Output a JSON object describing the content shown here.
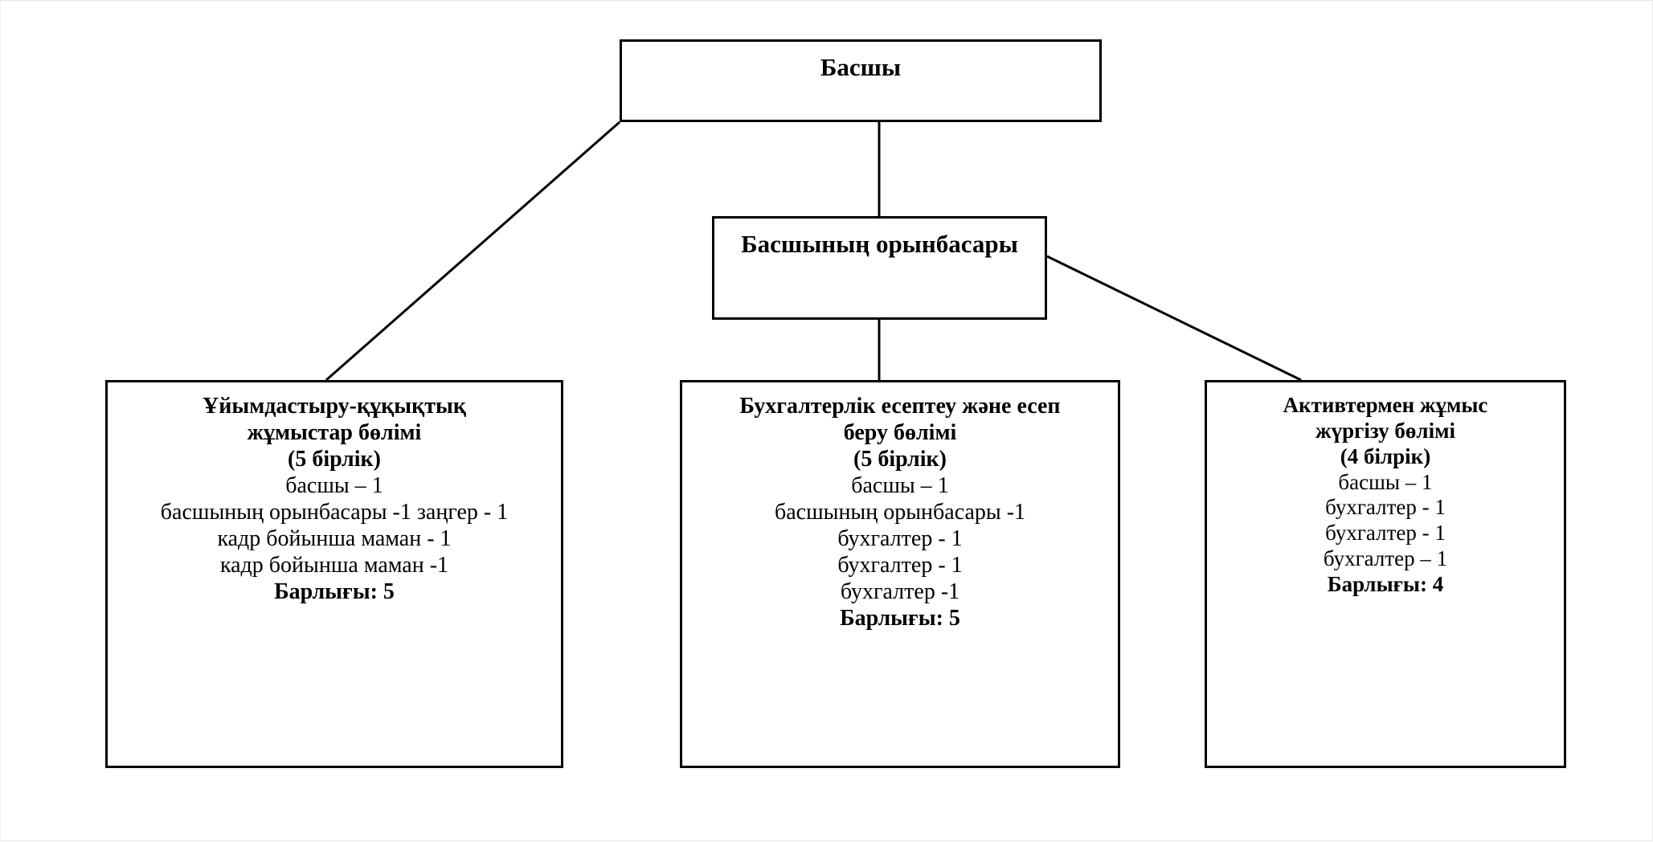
{
  "diagram": {
    "type": "org-chart",
    "title_node": "Басшы",
    "nodes": {
      "root": {
        "label": "Басшы"
      },
      "deputy": {
        "label": "Басшының орынбасары"
      },
      "departments": [
        {
          "title_lines": [
            "Ұйымдастыру-құқықтық",
            "жұмыстар бөлімі"
          ],
          "units": "(5 бірлік)",
          "staff": [
            "басшы – 1",
            "басшының орынбасары -1 заңгер - 1",
            "кадр бойынша маман - 1",
            "кадр бойынша маман -1"
          ],
          "total": "Барлығы: 5"
        },
        {
          "title_lines": [
            "Бухгалтерлік есептеу және есеп",
            "беру бөлімі"
          ],
          "units": "(5 бірлік)",
          "staff": [
            "басшы – 1",
            "басшының орынбасары -1",
            "бухгалтер - 1",
            "бухгалтер - 1",
            "бухгалтер -1"
          ],
          "total": "Барлығы: 5"
        },
        {
          "title_lines": [
            "Активтермен жұмыс",
            "жүргізу бөлімі"
          ],
          "units": "(4 білрік)",
          "staff": [
            "басшы – 1",
            "бухгалтер - 1",
            "бухгалтер - 1",
            "бухгалтер – 1"
          ],
          "total": "Барлығы: 4"
        }
      ]
    },
    "colors": {
      "box_border": "#000000",
      "connector": "#000000",
      "background": "#ffffff",
      "text": "#000000"
    }
  }
}
